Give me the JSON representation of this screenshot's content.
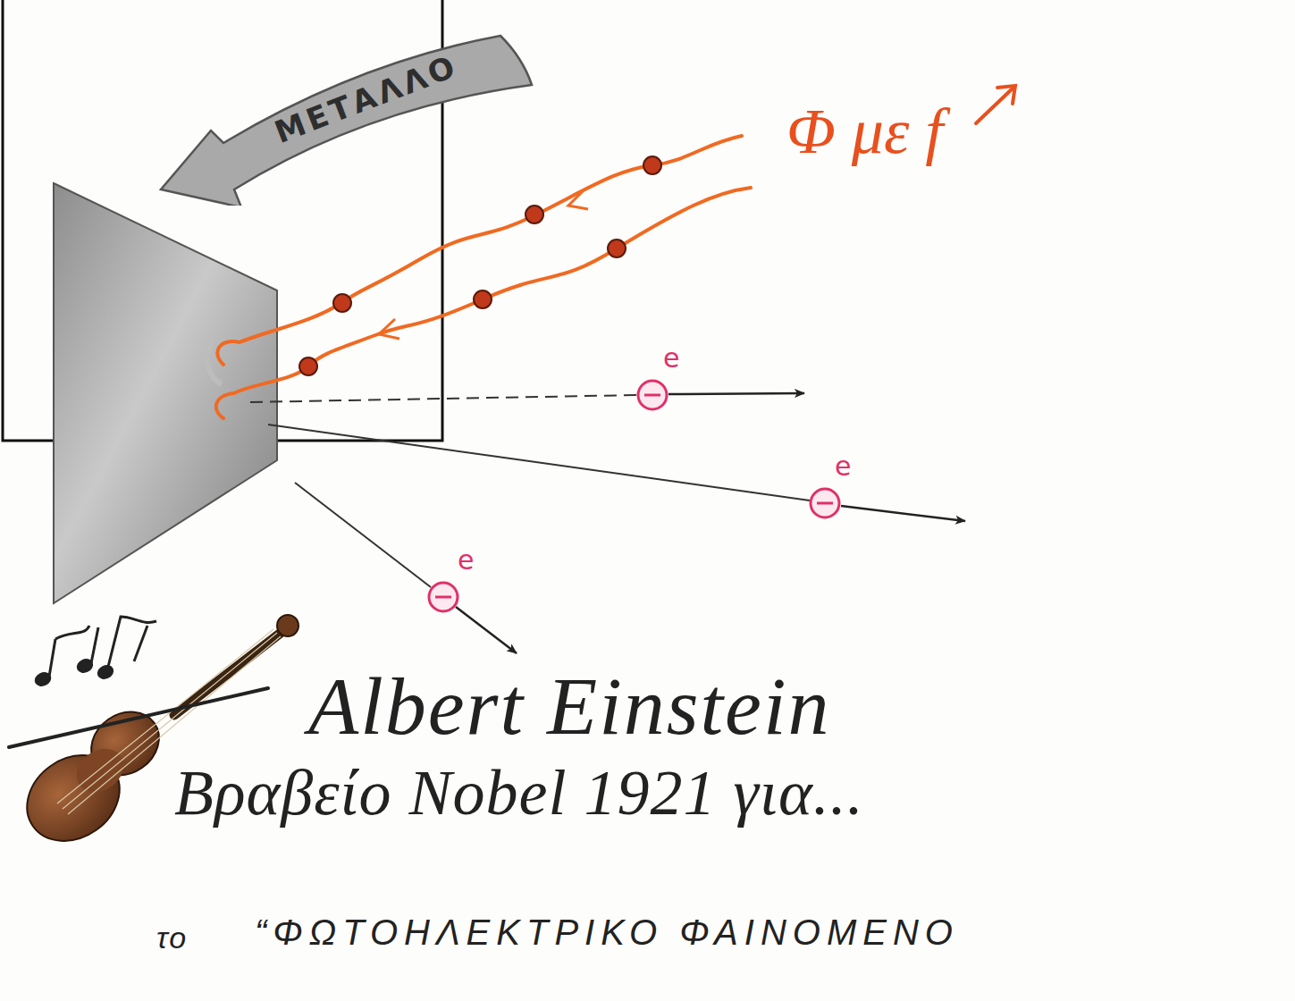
{
  "diagram": {
    "title": "Albert Einstein",
    "nodes": [
      {
        "text": [
          "ΜΕΤΑΛΛΟ"
        ]
      }
    ],
    "labels": [
      "Φ με f",
      "e",
      "e",
      "e",
      "Βραβείο Nobel 1921 για...",
      "το",
      "“ΦΩΤΟΗΛΕΚΤΡΙΚΟ ΦΑΙΝΟΜΕΝΟ"
    ]
  }
}
